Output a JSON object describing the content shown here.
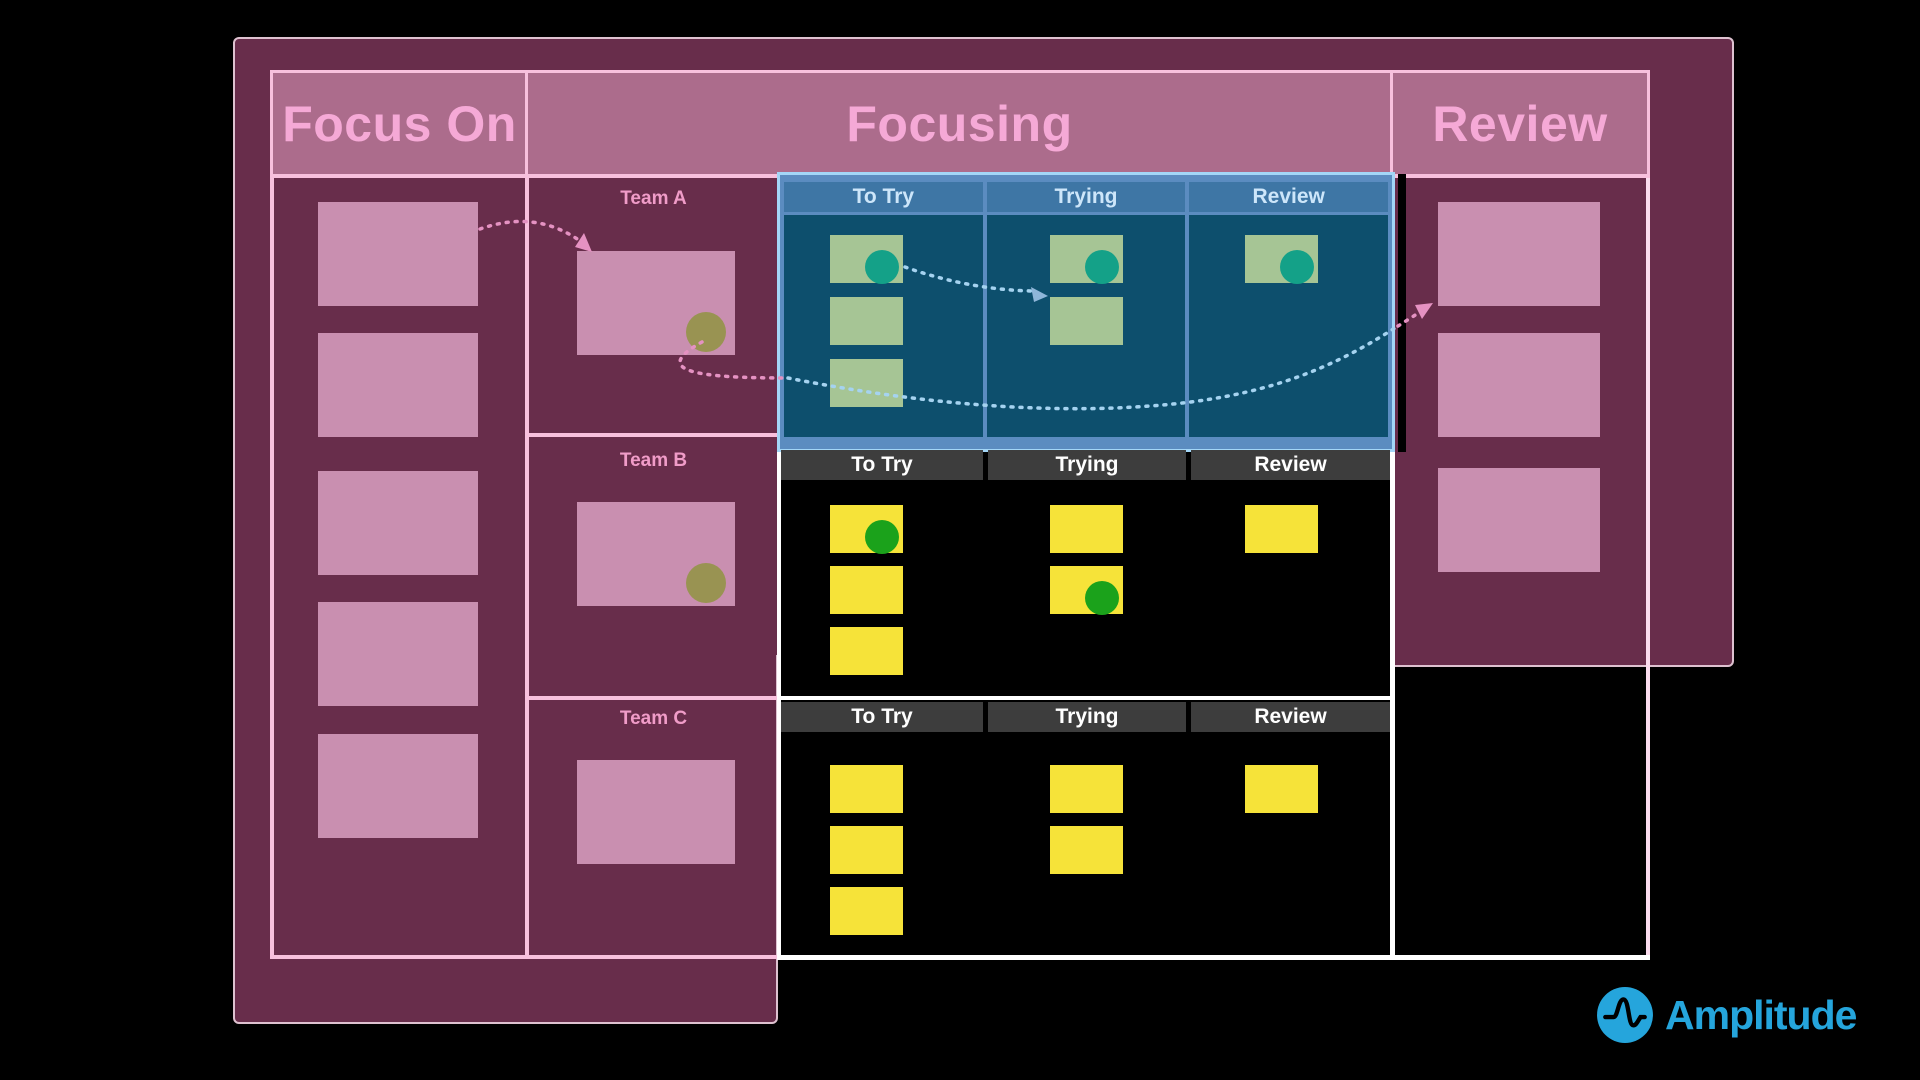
{
  "slide": {
    "background": "#000000",
    "logo": {
      "text": "Amplitude",
      "color": "#25a5dc"
    }
  },
  "board": {
    "phase_headers": [
      {
        "id": "focus_on",
        "label": "Focus On"
      },
      {
        "id": "focusing",
        "label": "Focusing"
      },
      {
        "id": "review",
        "label": "Review"
      }
    ],
    "kanban_column_labels": [
      "To Try",
      "Trying",
      "Review"
    ],
    "focus_on_column": {
      "card_count": 5
    },
    "review_column": {
      "card_count": 3
    },
    "teams": [
      {
        "name": "Team A",
        "highlighted": true,
        "dot_color": "#14a188",
        "team_card": {
          "has_dot": true
        },
        "kanban": [
          {
            "column": "To Try",
            "cards": [
              {
                "dot": true
              },
              {
                "dot": false
              },
              {
                "dot": false
              }
            ]
          },
          {
            "column": "Trying",
            "cards": [
              {
                "dot": true
              },
              {
                "dot": false
              }
            ]
          },
          {
            "column": "Review",
            "cards": [
              {
                "dot": true
              }
            ]
          }
        ]
      },
      {
        "name": "Team B",
        "highlighted": false,
        "dot_color": "#1ba21b",
        "team_card": {
          "has_dot": true
        },
        "kanban": [
          {
            "column": "To Try",
            "cards": [
              {
                "dot": true
              },
              {
                "dot": false
              },
              {
                "dot": false
              }
            ]
          },
          {
            "column": "Trying",
            "cards": [
              {
                "dot": false
              },
              {
                "dot": true
              }
            ]
          },
          {
            "column": "Review",
            "cards": [
              {
                "dot": false
              }
            ]
          }
        ]
      },
      {
        "name": "Team C",
        "highlighted": false,
        "dot_color": null,
        "team_card": {
          "has_dot": false
        },
        "kanban": [
          {
            "column": "To Try",
            "cards": [
              {
                "dot": false
              },
              {
                "dot": false
              },
              {
                "dot": false
              }
            ]
          },
          {
            "column": "Trying",
            "cards": [
              {
                "dot": false
              },
              {
                "dot": false
              }
            ]
          },
          {
            "column": "Review",
            "cards": [
              {
                "dot": false
              }
            ]
          }
        ]
      }
    ],
    "arrows": [
      {
        "from": "focus-on-card-1",
        "to": "team-a-card",
        "style": "dashed",
        "color": "#e592c2"
      },
      {
        "from": "team-a-totry-card-dot",
        "to": "team-a-trying-card-2",
        "style": "dashed",
        "color": "#a5d3f0"
      },
      {
        "from": "team-a-card-dot",
        "to": "review-column-card-2",
        "style": "dashed",
        "color": "#e592c2"
      }
    ],
    "colors": {
      "panel_maroon": "#682d4b",
      "header_fill": "#ac6c8c",
      "header_text": "#f5a9d6",
      "card_pink": "#c98fb0",
      "grid_pink": "#f8c0dd",
      "grid_white": "#ffffff",
      "highlight_border": "#a3d6f7",
      "highlight_fill": "#5b8cc0",
      "highlight_band": "#3e76a5",
      "highlight_body": "#0d4f6d",
      "card_green": "#a6c595",
      "card_yellow": "#f6e339",
      "band_gray": "#3d3d3d",
      "dot_olive": "#999352",
      "dot_teal": "#14a188",
      "dot_green": "#1ba21b"
    }
  }
}
